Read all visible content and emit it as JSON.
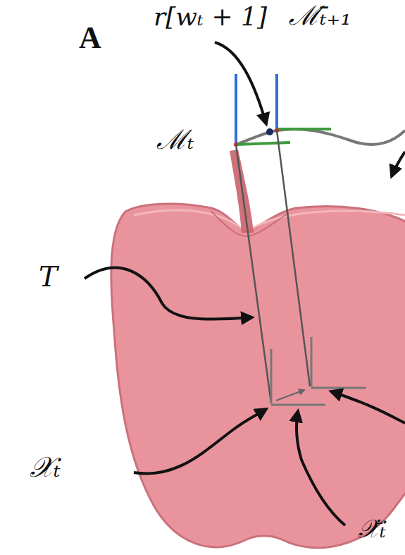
{
  "diagram": {
    "labels": [
      "A",
      "r[wₜ + 1]",
      "ℳ̄ₜ₊₁",
      "ℳₜ",
      "T",
      "𝒳ₜ",
      "𝒳̄̇ₜ"
    ]
  }
}
